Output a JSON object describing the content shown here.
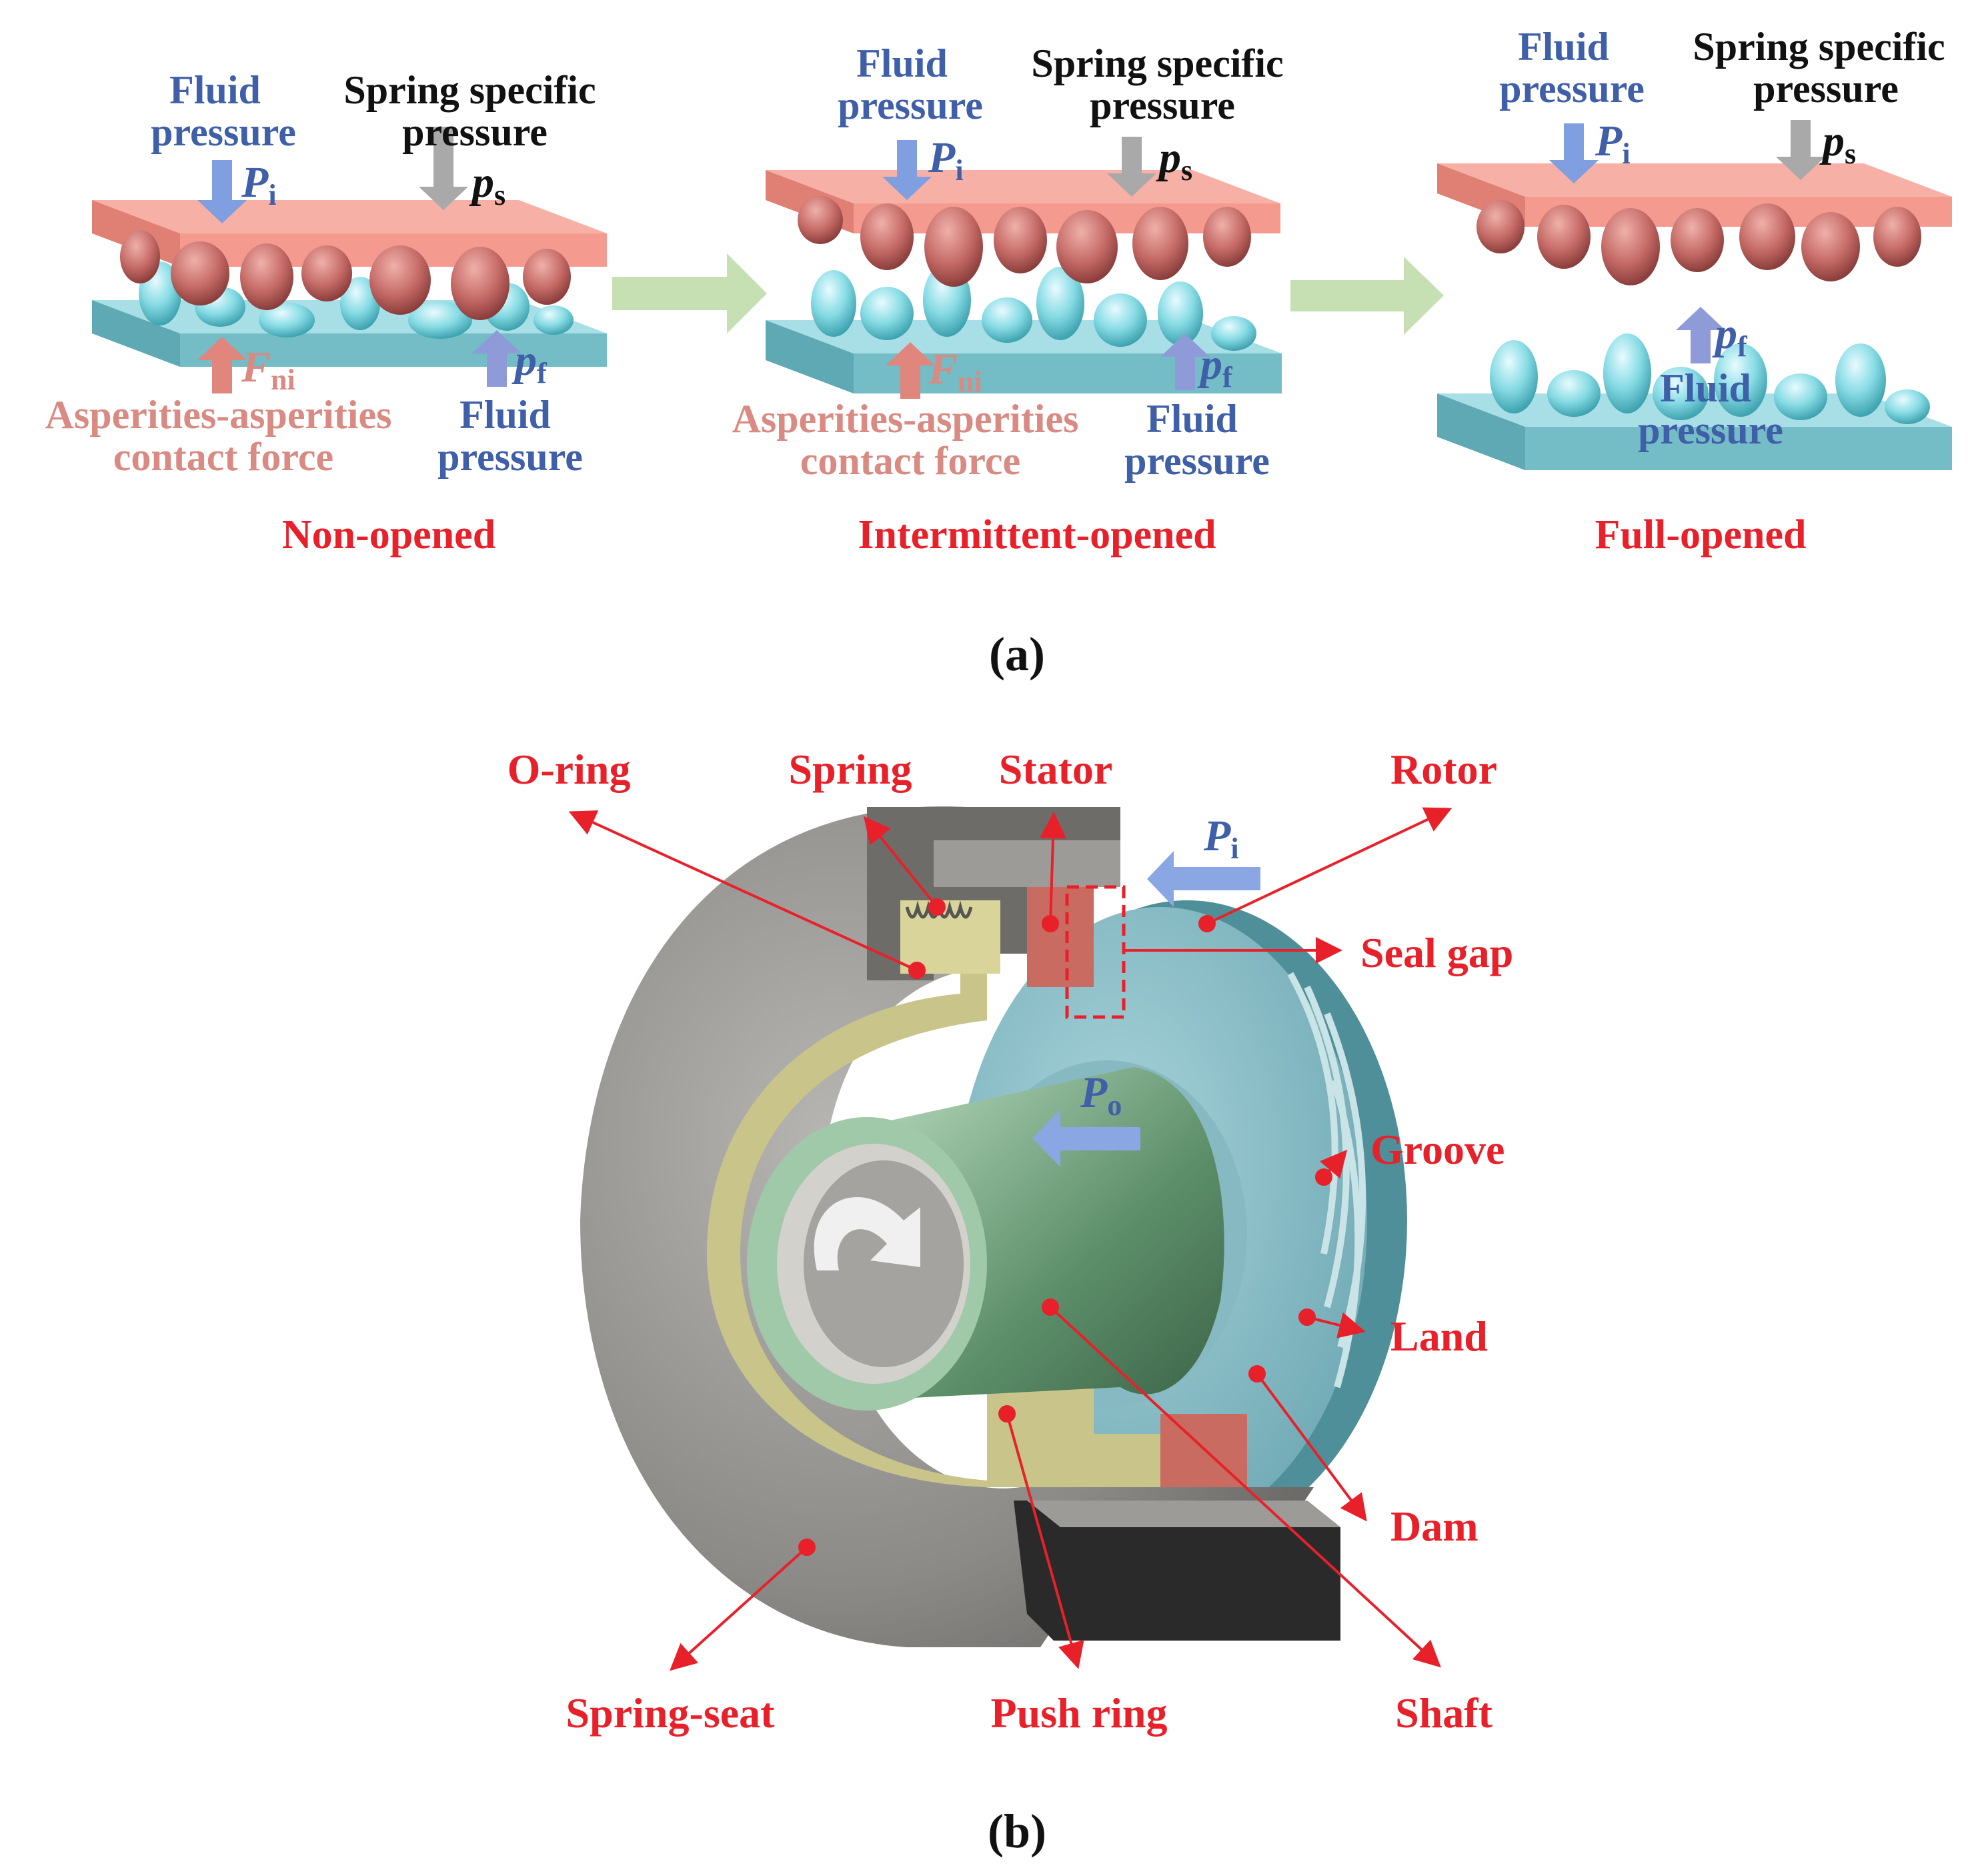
{
  "panel_a": {
    "caption": "(a)",
    "states": [
      {
        "name": "Non-opened",
        "fluid_top": [
          "Fluid",
          "pressure"
        ],
        "spring": [
          "Spring specific",
          "pressure"
        ],
        "pi": "P",
        "pi_sub": "i",
        "ps": "p",
        "ps_sub": "s",
        "fni": "F",
        "fni_sub": "ni",
        "pf": "p",
        "pf_sub": "f",
        "contact": [
          "Asperities-asperities",
          "contact force"
        ],
        "fluid_bottom": [
          "Fluid",
          "pressure"
        ]
      },
      {
        "name": "Intermittent-opened",
        "fluid_top": [
          "Fluid",
          "pressure"
        ],
        "spring": [
          "Spring specific",
          "pressure"
        ],
        "pi": "P",
        "pi_sub": "i",
        "ps": "p",
        "ps_sub": "s",
        "fni": "F",
        "fni_sub": "ni",
        "pf": "p",
        "pf_sub": "f",
        "contact": [
          "Asperities-asperities",
          "contact force"
        ],
        "fluid_bottom": [
          "Fluid",
          "pressure"
        ]
      },
      {
        "name": "Full-opened",
        "fluid_top": [
          "Fluid",
          "pressure"
        ],
        "spring": [
          "Spring specific",
          "pressure"
        ],
        "pi": "P",
        "pi_sub": "i",
        "ps": "p",
        "ps_sub": "s",
        "pf": "p",
        "pf_sub": "f",
        "fluid_bottom": [
          "Fluid",
          "pressure"
        ]
      }
    ]
  },
  "panel_b": {
    "caption": "(b)",
    "labels": {
      "oring": "O-ring",
      "spring": "Spring",
      "stator": "Stator",
      "rotor": "Rotor",
      "seal_gap": "Seal gap",
      "groove": "Groove",
      "land": "Land",
      "dam": "Dam",
      "spring_seat": "Spring-seat",
      "push_ring": "Push ring",
      "shaft": "Shaft"
    },
    "pi": "P",
    "pi_sub": "i",
    "po": "P",
    "po_sub": "o"
  },
  "colors": {
    "top_plate": "#f49a8e",
    "bottom_plate": "#7ec6cf",
    "asperity_top": "#c56a66",
    "asperity_bottom": "#7fd8e2",
    "arrow_blue": "#7f9fe0",
    "arrow_gray": "#a9a9a9",
    "arrow_pink": "#e0867c",
    "arrow_green": "#c6e0b4",
    "label_red": "#e8202a",
    "label_blue": "#3f5fa8"
  }
}
